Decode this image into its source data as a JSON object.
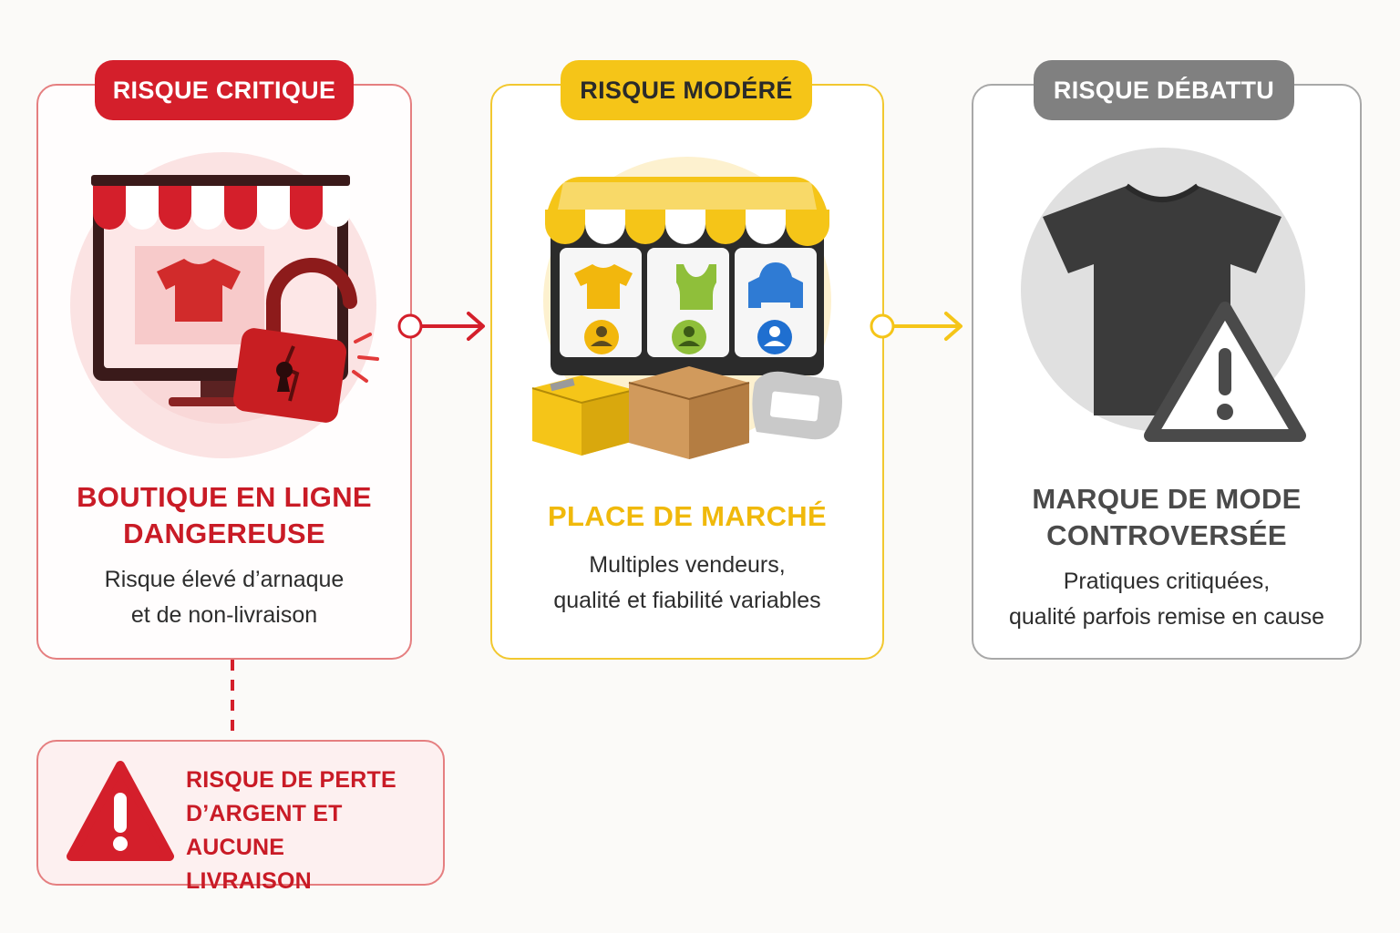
{
  "cards": [
    {
      "badge": "RISQUE CRITIQUE",
      "title_line1": "BOUTIQUE EN LIGNE",
      "title_line2": "DANGEREUSE",
      "desc_line1": "Risque élevé d’arnaque",
      "desc_line2": "et de non-livraison",
      "accent": "#d41f2b",
      "icon": "online-shop-broken-lock-icon"
    },
    {
      "badge": "RISQUE MODÉRÉ",
      "title_line1": "PLACE DE MARCHÉ",
      "desc_line1": "Multiples vendeurs,",
      "desc_line2": "qualité et fiabilité variables",
      "accent": "#f5c518",
      "icon": "marketplace-stall-icon"
    },
    {
      "badge": "RISQUE DÉBATTU",
      "title_line1": "MARQUE DE MODE",
      "title_line2": "CONTROVERSÉE",
      "desc_line1": "Pratiques critiquées,",
      "desc_line2": "qualité parfois remise en cause",
      "accent": "#808080",
      "icon": "tshirt-warning-icon"
    }
  ],
  "alert": {
    "line1": "RISQUE DE PERTE",
    "line2": "D’ARGENT ET AUCUNE",
    "line3": "LIVRAISON",
    "icon": "warning-triangle-icon",
    "accent": "#d41f2b"
  }
}
